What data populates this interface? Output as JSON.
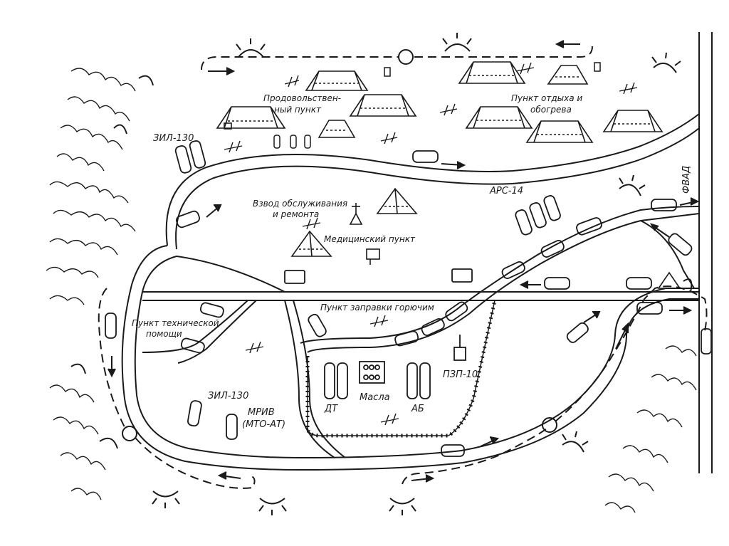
{
  "labels": {
    "food_point_line1": "Продовольствен-",
    "food_point_line2": "ный пункт",
    "rest_point_line1": "Пункт отдыха и",
    "rest_point_line2": "обогрева",
    "zil130_top": "ЗИЛ-130",
    "ars14": "АРС-14",
    "service_platoon_line1": "Взвод обслуживания",
    "service_platoon_line2": "и ремонта",
    "medical_point": "Медицинский пункт",
    "tech_help_line1": "Пункт технической",
    "tech_help_line2": "помощи",
    "fuel_point": "Пункт заправки горючим",
    "road_label": "ФВАД",
    "zil130_bottom": "ЗИЛ-130",
    "mriv_line1": "МРИВ",
    "mriv_line2": "(МТО-АТ)",
    "dt": "ДТ",
    "oils": "Масла",
    "ab": "АБ",
    "pzp": "ПЗП-10"
  }
}
